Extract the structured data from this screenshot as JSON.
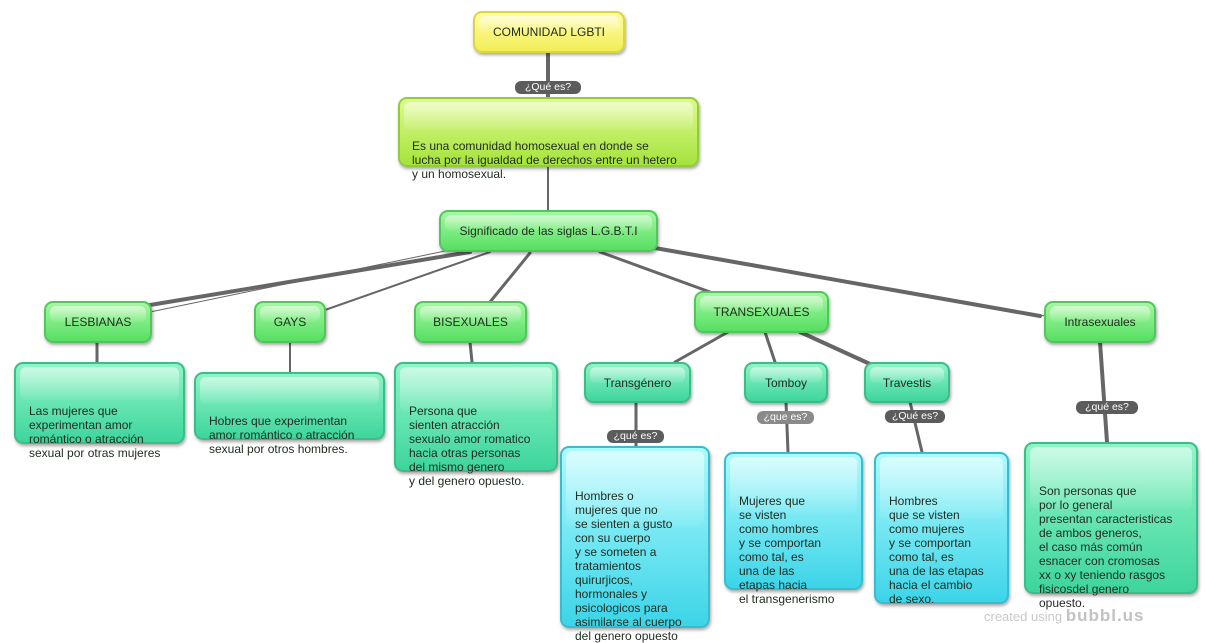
{
  "root": {
    "label": "COMUNIDAD LGBTI"
  },
  "root_tag": "¿Qué es?",
  "definition": {
    "text": "Es una comunidad homosexual en donde se\nlucha por la igualdad de derechos entre un hetero\ny un homosexual."
  },
  "acronym": {
    "label": "Significado de las siglas L.G.B.T.I"
  },
  "categories": {
    "lesbianas": {
      "label": "LESBIANAS",
      "desc": "Las mujeres que\nexperimentan amor\n romántico o atracción\nsexual por otras mujeres"
    },
    "gays": {
      "label": "GAYS",
      "desc": "Hobres que experimentan\n amor romántico o atracción\nsexual por otros hombres."
    },
    "bisexuales": {
      "label": "BISEXUALES",
      "desc": "Persona que\n sienten atracción\n sexualo amor romatico\n hacia otras personas\n del mismo genero\ny del genero opuesto."
    },
    "transexuales": {
      "label": "TRANSEXUALES"
    },
    "intrasexuales": {
      "label": "Intrasexuales",
      "tag": "¿qué es?",
      "desc": "Son personas que\npor lo general\npresentan caracteristicas\nde ambos generos,\nel caso más común\nesnacer con cromosas\nxx o xy teniendo rasgos\n fisicosdel genero\nopuesto."
    }
  },
  "trans_sub": {
    "transgenero": {
      "label": "Transgénero",
      "tag": "¿qué es?",
      "desc": "Hombres o\nmujeres que no\nse sienten a gusto\ncon su cuerpo\ny se someten a\ntratamientos\nquirurjicos,\nhormonales y\npsicologicos para\nasimilarse al cuerpo\ndel genero opuesto"
    },
    "tomboy": {
      "label": "Tomboy",
      "tag": "¿que es?",
      "desc": "Mujeres que\nse visten\ncomo hombres\ny se comportan\ncomo tal, es\nuna de las\netapas hacia\nel transgenerismo"
    },
    "travestis": {
      "label": "Travestis",
      "tag": "¿Qué es?",
      "desc": "Hombres\nque se visten\ncomo mujeres\ny se comportan\ncomo tal, es\nuna de las etapas\nhacia el cambio\n de sexo."
    }
  },
  "credit": {
    "prefix": "created using",
    "brand": "bubbl.us"
  },
  "colors": {
    "root": "#f4f06a",
    "definition": "#b7ea58",
    "acronym": "#6ee577",
    "category": "#6ee577",
    "description": "#4fdda5",
    "trans_description": "#55dcee",
    "tag": "#5c5c5c",
    "connector": "#666666"
  }
}
